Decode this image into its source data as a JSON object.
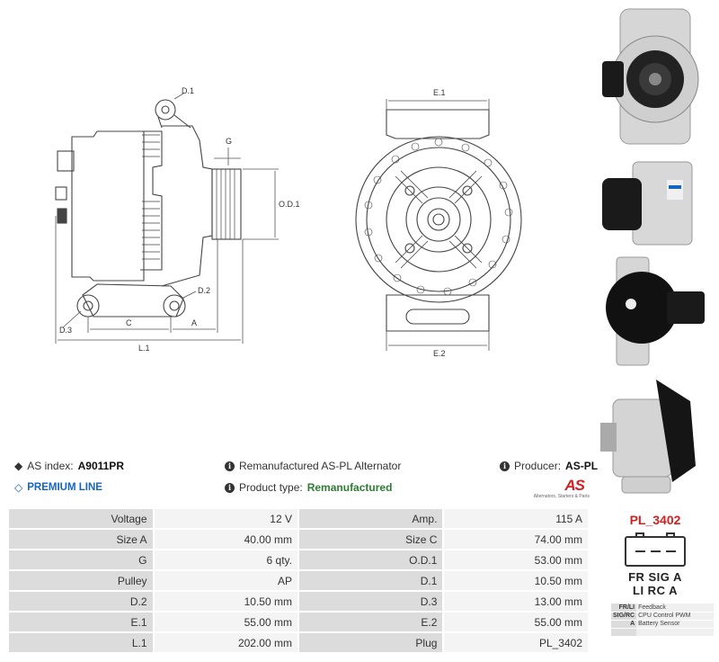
{
  "drawing_labels": {
    "d1": "D.1",
    "g": "G",
    "od1": "O.D.1",
    "d2": "D.2",
    "d3": "D.3",
    "c": "C",
    "a": "A",
    "l1": "L.1",
    "e1": "E.1",
    "e2": "E.2"
  },
  "info": {
    "as_index_label": "AS index:",
    "as_index_value": "A9011PR",
    "premium": "PREMIUM LINE",
    "description": "Remanufactured AS-PL Alternator",
    "product_type_label": "Product type:",
    "product_type_value": "Remanufactured",
    "producer_label": "Producer:",
    "producer_value": "AS-PL"
  },
  "logo": {
    "mark": "AS",
    "tagline": "Alternators, Starters & Parts"
  },
  "specs": [
    [
      {
        "k": "Voltage",
        "v": "12 V"
      },
      {
        "k": "Amp.",
        "v": "115 A"
      }
    ],
    [
      {
        "k": "Size A",
        "v": "40.00 mm"
      },
      {
        "k": "Size C",
        "v": "74.00 mm"
      }
    ],
    [
      {
        "k": "G",
        "v": "6 qty."
      },
      {
        "k": "O.D.1",
        "v": "53.00 mm"
      }
    ],
    [
      {
        "k": "Pulley",
        "v": "AP"
      },
      {
        "k": "D.1",
        "v": "10.50 mm"
      }
    ],
    [
      {
        "k": "D.2",
        "v": "10.50 mm"
      },
      {
        "k": "D.3",
        "v": "13.00 mm"
      }
    ],
    [
      {
        "k": "E.1",
        "v": "55.00 mm"
      },
      {
        "k": "E.2",
        "v": "55.00 mm"
      }
    ],
    [
      {
        "k": "L.1",
        "v": "202.00 mm"
      },
      {
        "k": "Plug",
        "v": "PL_3402"
      }
    ]
  ],
  "plug": {
    "title": "PL_3402",
    "row1": "FR SIG  A",
    "row2": "LI  RC  A",
    "legend": [
      {
        "code": "FR/LI",
        "desc": "Feedback"
      },
      {
        "code": "SIG/RC",
        "desc": "CPU Control PWM"
      },
      {
        "code": "A",
        "desc": "Battery Sensor"
      },
      {
        "code": "",
        "desc": ""
      }
    ]
  },
  "colors": {
    "accent_red": "#d32020",
    "premium_blue": "#1565c0",
    "type_green": "#2e7d32",
    "key_cell": "#dcdcdc",
    "value_cell": "#f4f4f4"
  }
}
